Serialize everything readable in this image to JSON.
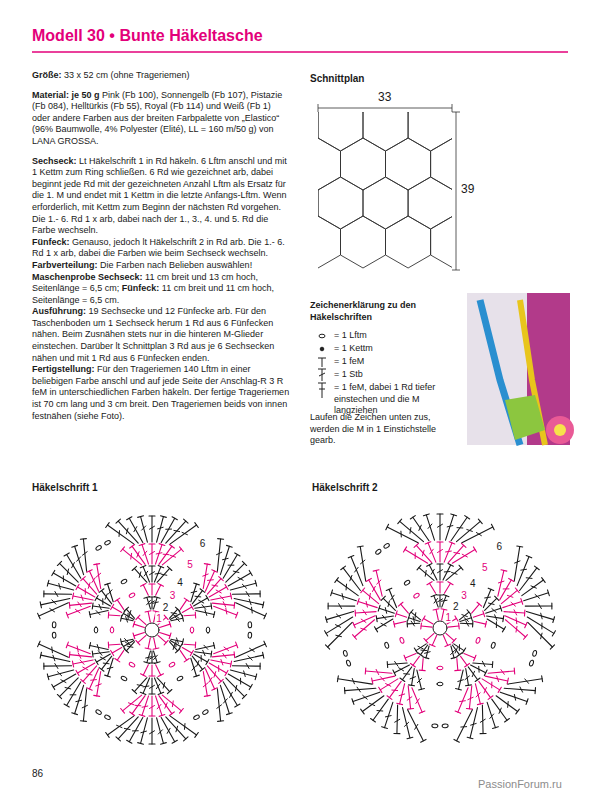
{
  "diagram": {
    "title": "Modell 30 • Bunte Häkeltasche",
    "labels": [
      "Größe:",
      "33 x 52 cm (ohne Trageriemen)",
      "Material: je 50 g",
      "Pink (Fb 100), Sonnengelb (Fb 107), Pistazie (Fb 084), Helltürkis (Fb 55), Royal (Fb 114) und Weiß (Fb 1) oder andere Farben aus der breiten Farbpalette von „Elastico“ (96% Baumwolle, 4% Polyester (Elité), LL = 160 m/50 g) von LANA GROSSA.",
      "Sechseck:",
      "Lt Häkelschrift 1 in Rd häkeln. 6 Lftm anschl und mit 1 Kettm zum Ring schließen. 6 Rd wie gezeichnet arb, dabei beginnt jede Rd mit der gezeichneten Anzahl Lftm als Ersatz für die 1. M und endet mit 1 Kettm in die letzte Anfangs-Lftm. Wenn erforderlich, mit Kettm zum Beginn der nächsten Rd vorgehen. Die 1.- 6. Rd 1 x arb, dabei nach der 1., 3., 4. und 5. Rd die Farbe wechseln.",
      "Fünfeck:",
      "Genauso, jedoch lt Häkelschrift 2 in Rd arb. Die 1.- 6. Rd 1 x arb, dabei die Farben wie beim Sechseck wechseln.",
      "Farbverteilung:",
      "Die Farben nach Belieben auswählen!",
      "Maschenprobe Sechseck:",
      "11 cm breit und 13 cm hoch, Seitenlänge = 6,5 cm;",
      "Fünfeck:",
      "11 cm breit und 11 cm hoch, Seitenlänge = 6,5 cm.",
      "Ausführung:",
      "19 Sechsecke und 12 Fünfecke arb. Für den Taschenboden um 1 Sechseck herum 1 Rd aus 6 Fünfecken nähen. Beim Zusnähen stets nur in die hinteren M-Glieder einstechen. Darüber lt Schnittplan 3 Rd aus je 6 Sechsecken nähen und mit 1 Rd aus 6 Fünfecken enden.",
      "Fertigstellung:",
      "Für den Trageriemen 140 Lftm in einer beliebigen Farbe anschl und auf jede Seite der Anschlag-R 3 R feM in unterschiedlichen Farben häkeln. Der fertige Trageriemen ist 70 cm lang und 3 cm breit. Den Trageriemen beids von innen festnähen (siehe Foto).",
      "Schnittplan",
      "33",
      "39",
      "Zeichenerklärung zu den Häkelschriften",
      "Laufen die Zeichen unten zus, werden die M in 1 Einstichstelle gearb.",
      "Häkelschrift 1",
      "Häkelschrift 2",
      "1",
      "2",
      "3",
      "4",
      "5",
      "6",
      "1",
      "2",
      "3",
      "4",
      "5",
      "6",
      "86",
      "PassionForum.ru"
    ],
    "legend": [
      {
        "text": "= 1 Lftm"
      },
      {
        "text": "= 1 Kettm"
      },
      {
        "text": "= 1 feM"
      },
      {
        "text": "= 1 Stb"
      },
      {
        "text": "= 1 feM, dabei 1 Rd tiefer einstechen und die M langziehen"
      }
    ]
  }
}
